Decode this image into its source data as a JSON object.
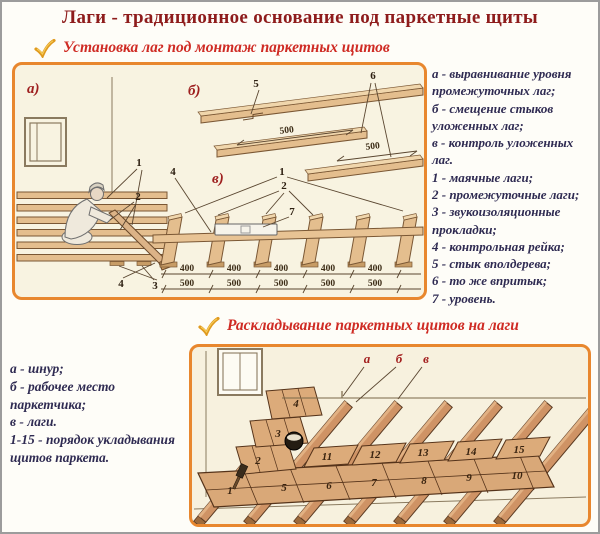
{
  "title": "Лаги - традиционное основание под паркетные щиты",
  "sections": {
    "installation": {
      "heading": "Установка лаг под монтаж паркетных щитов"
    },
    "laying": {
      "heading": "Раскладывание паркетных щитов на лаги"
    }
  },
  "legend_installation": {
    "lines": [
      "а - выравнивание уровня промежуточных лаг;",
      "б - смещение стыков уложенных лаг;",
      "в - контроль уложенных лаг.",
      "1 - маячные лаги;",
      "2 - промежуточные лаги;",
      "3 - звукоизоляционные прокладки;",
      "4 - контрольная рейка;",
      "5 - стык вполдерева;",
      "6 - то же впритык;",
      "7 - уровень."
    ]
  },
  "legend_laying": {
    "lines": [
      "а - шнур;",
      "б - рабочее место паркетчика;",
      "в - лаги.",
      "1-15 - порядок укладывания щитов паркета."
    ]
  },
  "diagram_installation": {
    "part_labels": {
      "a": "а)",
      "b": "б)",
      "v": "в)"
    },
    "callouts": {
      "c1": "1",
      "c2": "2",
      "c3": "3",
      "c4": "4",
      "c5": "5",
      "c6": "6",
      "c7": "7"
    },
    "dim_400": "400",
    "dim_500": "500"
  },
  "diagram_laying": {
    "marks": {
      "a": "а",
      "b": "б",
      "v": "в"
    },
    "panel_numbers": [
      "1",
      "2",
      "3",
      "4",
      "5",
      "6",
      "7",
      "8",
      "9",
      "10",
      "11",
      "12",
      "13",
      "14",
      "15"
    ]
  },
  "colors": {
    "title_red": "#8e1c1c",
    "heading_red": "#cf2b24",
    "legend_indigo": "#2f2b52",
    "box_border_orange": "#e8872e",
    "checkmark_gold": "#e2a11f",
    "wood_light": "#e4be8e",
    "wood_dark": "#cf9365",
    "frame_gray": "#9c9c9c",
    "diagram_bg": "#f8f3e1"
  }
}
